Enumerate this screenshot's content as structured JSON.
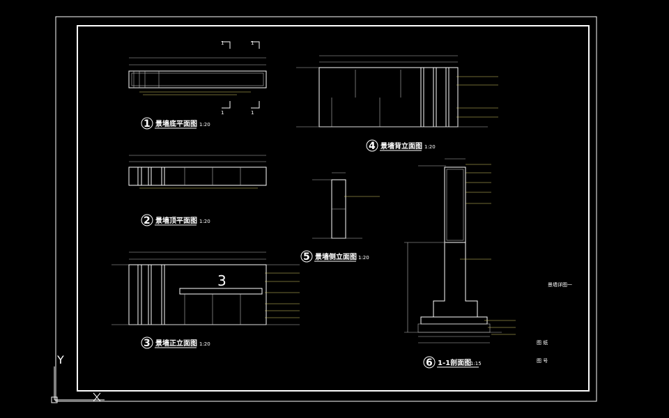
{
  "drawings": {
    "d1": {
      "num": "1",
      "title": "景墙底平面图",
      "scale": "1:20"
    },
    "d2": {
      "num": "2",
      "title": "景墙顶平面图",
      "scale": "1:20"
    },
    "d3": {
      "num": "3",
      "title": "景墙正立面图",
      "scale": "1:20",
      "mark": "3"
    },
    "d4": {
      "num": "4",
      "title": "景墙背立面图",
      "scale": "1:20"
    },
    "d5": {
      "num": "5",
      "title": "景墙侧立面图",
      "scale": "1:20"
    },
    "d6": {
      "num": "6",
      "title": "1-1剖面图",
      "scale": "1:15"
    }
  },
  "section_marks": {
    "a": "1",
    "b": "1",
    "c": "1",
    "d": "1"
  },
  "title_block": {
    "name": "景墙详图一",
    "row1": "图 纸",
    "row2": "图 号"
  },
  "ucs": {
    "y": "Y"
  },
  "colors": {
    "background": "#000000",
    "line": "#ffffff",
    "annotation": "#e0d36a"
  }
}
